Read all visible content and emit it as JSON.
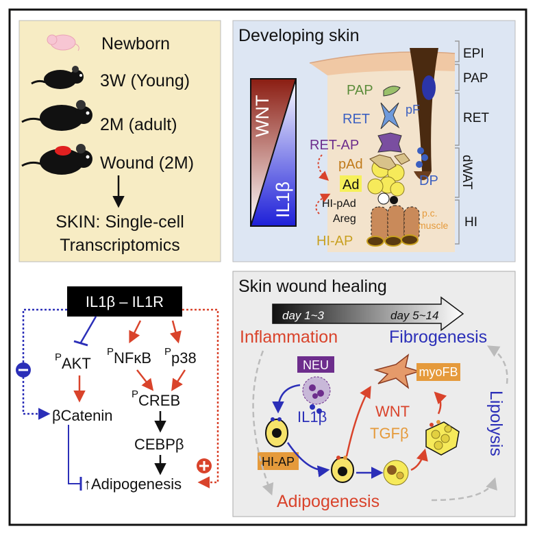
{
  "panel_a": {
    "items": [
      "Newborn",
      "3W (Young)",
      "2M (adult)",
      "Wound (2M)"
    ],
    "footer_line1": "SKIN: Single-cell",
    "footer_line2": "Transcriptomics"
  },
  "panel_b": {
    "title": "Developing skin",
    "gradient_top": "WNT",
    "gradient_bottom": "IL1β",
    "cells": {
      "pap": "PAP",
      "ret": "RET",
      "pf": "pF",
      "ret_ap": "RET-AP",
      "pad": "pAd",
      "ad": "Ad",
      "hi_pad": "HI-pAd",
      "areg": "Areg",
      "hi_ap": "HI-AP",
      "dp": "DP",
      "pc_muscle_1": "p.c.",
      "pc_muscle_2": "muscle"
    },
    "layers": [
      "EPI",
      "PAP",
      "RET",
      "dWAT",
      "HI"
    ]
  },
  "panel_c": {
    "receptor": "IL1β – IL1R",
    "pakt_sup": "P",
    "pakt": "AKT",
    "pnfkb_sup": "P",
    "pnfkb": "NFκB",
    "pp38_sup": "P",
    "pp38": "p38",
    "pcreb_sup": "P",
    "pcreb": "CREB",
    "bcatenin": "βCatenin",
    "cebp": "CEBPβ",
    "adipogenesis": "↑Adipogenesis"
  },
  "panel_d": {
    "title": "Skin wound healing",
    "time_early": "day 1~3",
    "time_late": "day 5~14",
    "inflammation": "Inflammation",
    "fibrogenesis": "Fibrogenesis",
    "neu": "NEU",
    "il1b": "IL1β",
    "myofb": "myoFB",
    "wnt": "WNT",
    "tgfb": "TGFβ",
    "lipolysis": "Lipolysis",
    "hi_ap": "HI-AP",
    "adipogenesis": "Adipogenesis"
  },
  "colors": {
    "panel_a_bg": "#f7ecc4",
    "panel_b_bg": "#dde6f3",
    "panel_d_bg": "#ececec",
    "red": "#d9432b",
    "blue": "#2b2fb8",
    "green": "#5b8c3a",
    "orange": "#e59a3b",
    "purple": "#6d2d8c"
  }
}
